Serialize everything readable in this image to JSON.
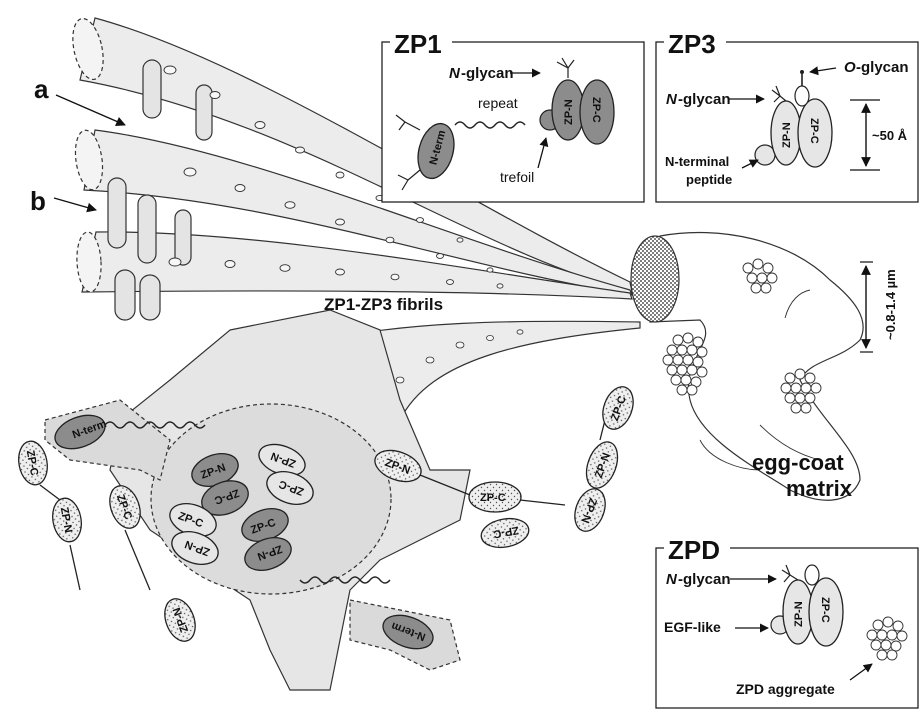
{
  "labels": {
    "a": "a",
    "b": "b",
    "fibrils": "ZP1-ZP3 fibrils",
    "egg_coat": "egg-coat",
    "matrix": "matrix",
    "diameter": "~0.8-1.4 µm"
  },
  "zp1": {
    "title": "ZP1",
    "n_glycan_n": "N",
    "n_glycan_rest": "-glycan",
    "repeat": "repeat",
    "trefoil": "trefoil",
    "n_term": "N-term",
    "zp_n": "ZP-N",
    "zp_c": "ZP-C"
  },
  "zp3": {
    "title": "ZP3",
    "n_glycan_n": "N",
    "n_glycan_rest": "-glycan",
    "o_glycan_o": "O",
    "o_glycan_rest": "-glycan",
    "nterm_peptide_1": "N-terminal",
    "nterm_peptide_2": "peptide",
    "size": "~50 Å",
    "zp_n": "ZP-N",
    "zp_c": "ZP-C"
  },
  "zpd": {
    "title": "ZPD",
    "n_glycan_n": "N",
    "n_glycan_rest": "-glycan",
    "egf": "EGF-like",
    "aggregate": "ZPD aggregate",
    "zp_n": "ZP-N",
    "zp_c": "ZP-C"
  },
  "assembly": {
    "n_term": "N-term",
    "zp_n": "ZP-N",
    "zp_c": "ZP-C"
  },
  "colors": {
    "dark_domain": "#8c8c8c",
    "light_domain": "#e6e6e6",
    "fibril_fill": "#ebebeb",
    "cluster_fill": "#e0e0e0"
  }
}
